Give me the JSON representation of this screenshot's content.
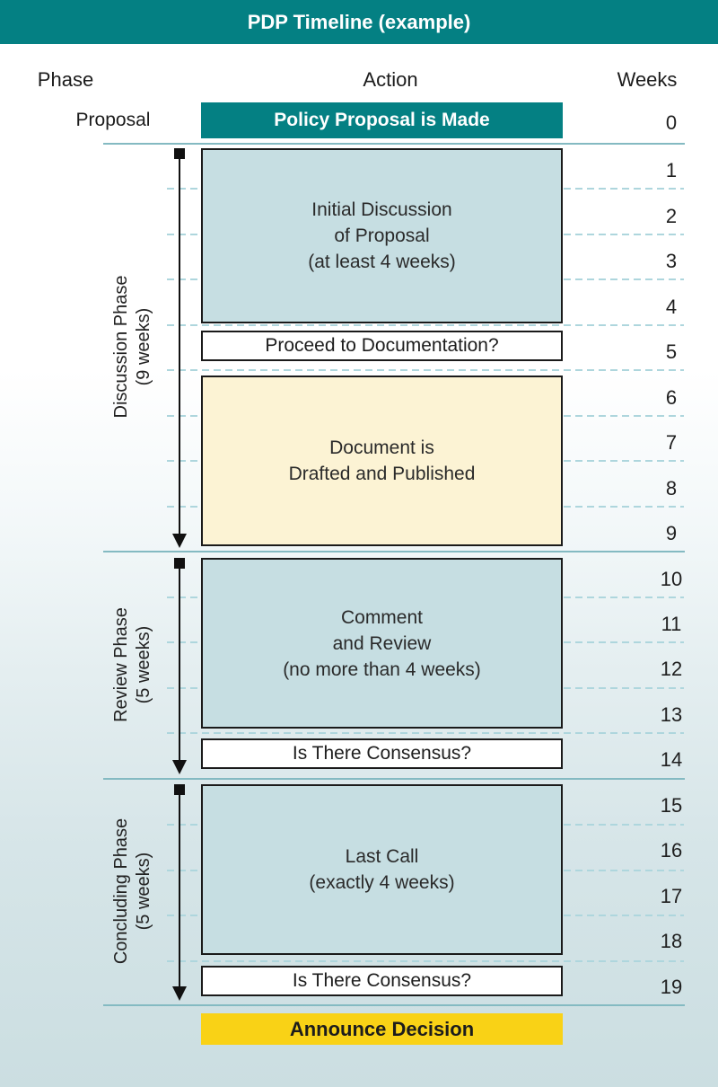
{
  "title": "PDP Timeline (example)",
  "columns": {
    "phase": "Phase",
    "action": "Action",
    "weeks": "Weeks"
  },
  "proposal_row": {
    "phase_label": "Proposal",
    "action_label": "Policy Proposal is Made",
    "week": "0"
  },
  "phases": [
    {
      "label": "Discussion Phase\n(9 weeks)",
      "duration_weeks": 9,
      "actions": {
        "main1": "Initial Discussion\nof Proposal\n(at least 4 weeks)",
        "decision": "Proceed to Documentation?",
        "main2": "Document is\nDrafted and Published"
      }
    },
    {
      "label": "Review Phase\n(5 weeks)",
      "duration_weeks": 5,
      "actions": {
        "main1": "Comment\nand Review\n(no more than 4 weeks)",
        "decision": "Is There Consensus?"
      }
    },
    {
      "label": "Concluding Phase\n(5 weeks)",
      "duration_weeks": 5,
      "actions": {
        "main1": "Last Call\n(exactly 4 weeks)",
        "decision": "Is There Consensus?"
      }
    }
  ],
  "final_action": "Announce Decision",
  "weeks": {
    "items": [
      "0",
      "1",
      "2",
      "3",
      "4",
      "5",
      "6",
      "7",
      "8",
      "9",
      "10",
      "11",
      "12",
      "13",
      "14",
      "15",
      "16",
      "17",
      "18",
      "19"
    ]
  },
  "colors": {
    "teal": "#048083",
    "light_blue_box": "#c6dee2",
    "cream_box": "#fcf3d4",
    "gold": "#f9d216",
    "dashed_line": "#aed6dd",
    "solid_line": "#84bac2",
    "box_border": "#1a1a1a",
    "background_bottom": "#cbdee1"
  }
}
